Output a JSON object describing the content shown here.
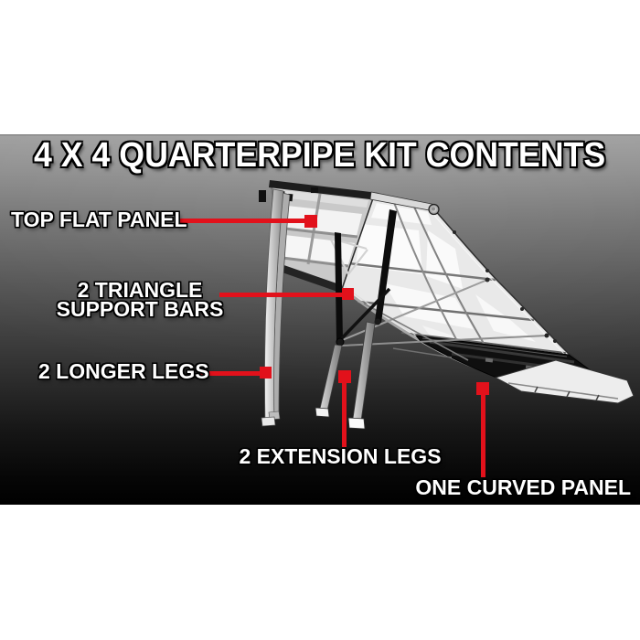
{
  "title": "4 X 4 QUARTERPIPE KIT CONTENTS",
  "callouts": {
    "top_flat_panel": {
      "label": "TOP FLAT PANEL"
    },
    "triangle_support_bars": {
      "line1": "2 TRIANGLE",
      "line2": "SUPPORT BARS"
    },
    "longer_legs": {
      "label": "2 LONGER LEGS"
    },
    "extension_legs": {
      "label": "2 EXTENSION LEGS"
    },
    "curved_panel": {
      "label": "ONE CURVED PANEL"
    }
  },
  "colors": {
    "accent_red": "#e2111b",
    "label_text": "#ffffff",
    "label_outline": "#000000",
    "panel_gradient_top": "#9e9e9e",
    "panel_gradient_bottom": "#000000",
    "page_background": "#ffffff"
  },
  "illustration": {
    "name": "quarterpipe-ramp-underside-render",
    "parts": [
      "top flat panel",
      "2 triangle support bars",
      "2 longer legs",
      "2 extension legs",
      "one curved panel"
    ]
  }
}
